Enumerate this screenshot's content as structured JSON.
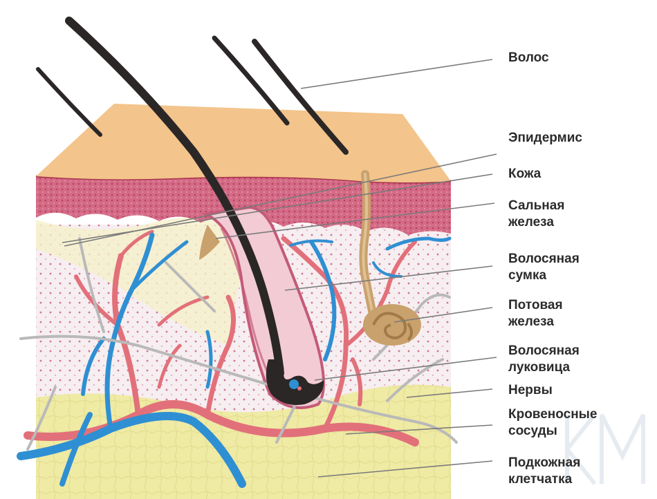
{
  "labels": {
    "hair": "Волос",
    "epidermis": "Эпидермис",
    "skin": "Кожа",
    "sebaceous_line1": "Сальная",
    "sebaceous_line2": "железа",
    "follicle_line1": "Волосяная",
    "follicle_line2": "сумка",
    "sweat_line1": "Потовая",
    "sweat_line2": "железа",
    "bulb_line1": "Волосяная",
    "bulb_line2": "луковица",
    "nerves": "Нервы",
    "vessels_line1": "Кровеносные",
    "vessels_line2": "сосуды",
    "subcutis_line1": "Подкожная",
    "subcutis_line2": "клетчатка"
  },
  "colors": {
    "epidermis": "#f3c48b",
    "dermis": "#d66b86",
    "dermis_dark": "#b8435f",
    "dermis_light": "#f6eef0",
    "subcutis": "#efeaa4",
    "artery": "#e2707a",
    "vein": "#2f8fd3",
    "nerve": "#b9b9b9",
    "hair": "#2b2727",
    "gland": "#c9a16c",
    "leader_line": "#7a7a7a",
    "text": "#2b2b2b"
  }
}
